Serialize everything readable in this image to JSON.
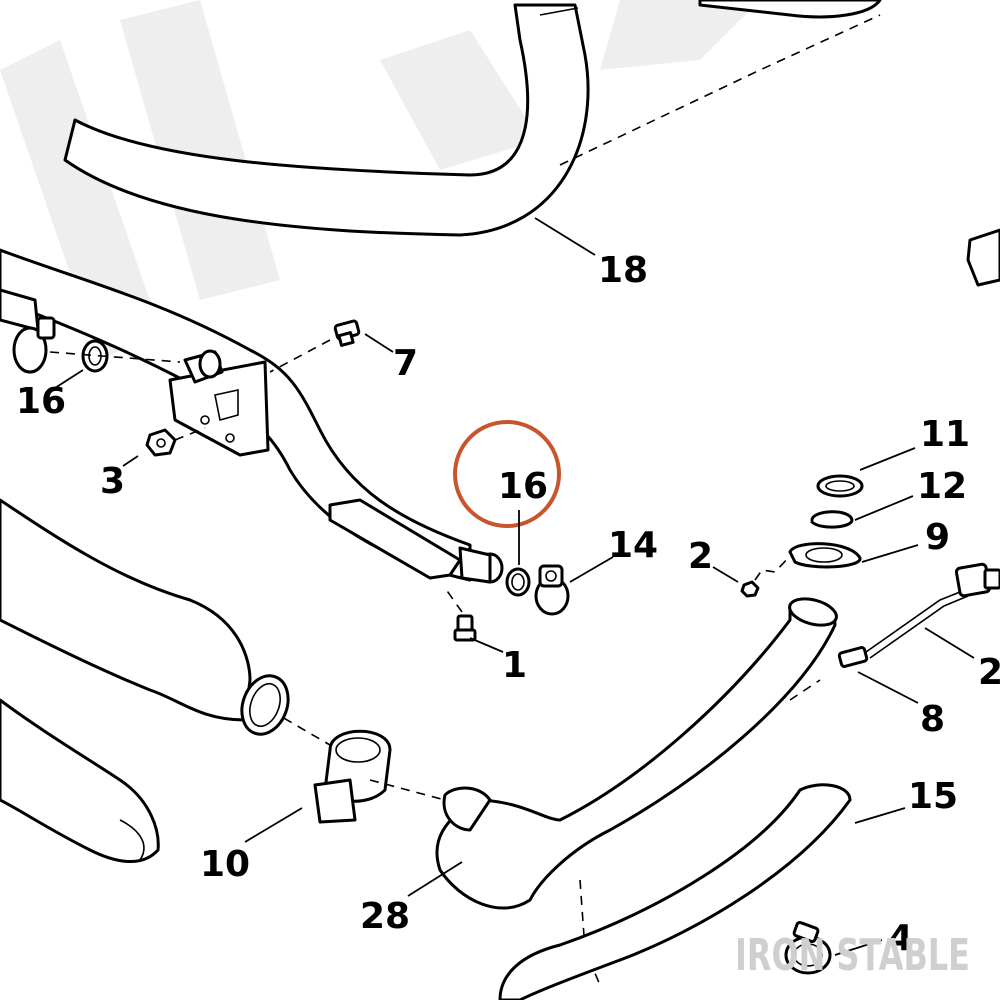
{
  "callouts": {
    "c1": "1",
    "c2a": "2",
    "c2b": "2",
    "c3": "3",
    "c4": "4",
    "c7": "7",
    "c8": "8",
    "c9": "9",
    "c10": "10",
    "c11": "11",
    "c12": "12",
    "c14": "14",
    "c15": "15",
    "c16a": "16",
    "c16b": "16",
    "c18": "18",
    "c28": "28"
  },
  "watermark": "IRON STABLE",
  "colors": {
    "line": "#000000",
    "highlight_circle": "#c8552c",
    "watermark": "#cfcfcf",
    "ghost_lettering": "#eeeeee"
  }
}
